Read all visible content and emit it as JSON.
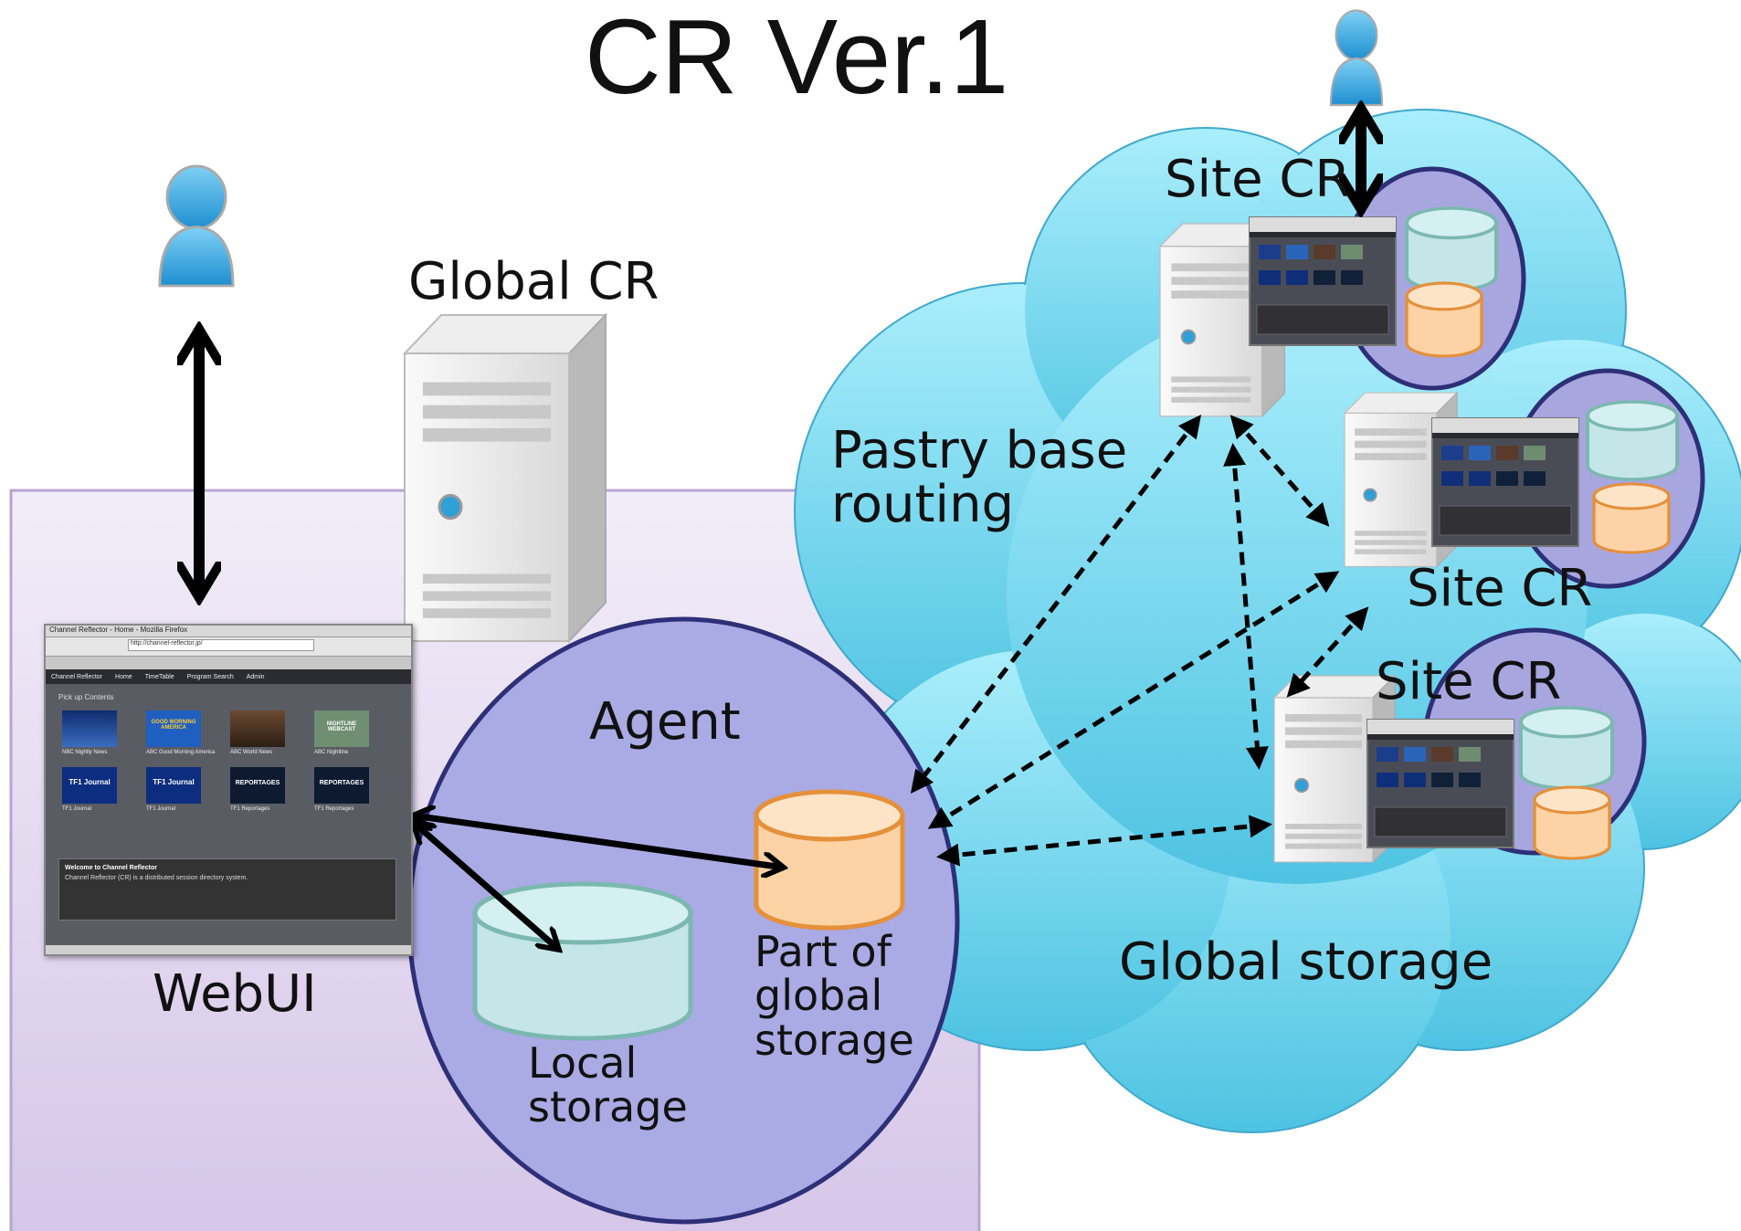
{
  "title": "CR Ver.1",
  "labels": {
    "global_cr": "Global CR",
    "webui": "WebUI",
    "agent": "Agent",
    "local_storage": "Local storage",
    "part_of_global_storage": "Part of global storage",
    "pastry_routing": "Pastry base routing",
    "global_storage": "Global storage",
    "site_cr_1": "Site CR",
    "site_cr_2": "Site CR",
    "site_cr_3": "Site CR"
  },
  "webui_screen": {
    "window_title": "Channel Reflector - Home - Mozilla Firefox",
    "address": "http://channel-reflector.jp/",
    "nav": [
      "Channel Reflector",
      "Home",
      "TimeTable",
      "Program Search",
      "Admin"
    ],
    "section_title": "Pick up Contents",
    "items": [
      {
        "caption": "NBC Nightly News",
        "thumb_text": ""
      },
      {
        "caption": "ABC Good Morning America",
        "thumb_text": "GOOD MORNING AMERICA"
      },
      {
        "caption": "ABC World News",
        "thumb_text": ""
      },
      {
        "caption": "ABC Nightline",
        "thumb_text": "NIGHTLINE WEBCAST"
      },
      {
        "caption": "TF1 Journal",
        "thumb_text": "TF1 Journal"
      },
      {
        "caption": "TF1 Journal",
        "thumb_text": "TF1 Journal"
      },
      {
        "caption": "TF1 Reportages",
        "thumb_text": "REPORTAGES"
      },
      {
        "caption": "TF1 Reportages",
        "thumb_text": "REPORTAGES"
      }
    ],
    "welcome_title": "Welcome to Channel Reflector",
    "welcome_text": "Channel Reflector (CR) is a distributed session directory system."
  },
  "colors": {
    "webui_panel": "#ddd0ee",
    "agent_circle": "#aaaae4",
    "cloud": "#7ad6ef",
    "local_storage": "#c4e6e8",
    "global_storage_part": "#fdd3a6",
    "arrow": "#000000"
  }
}
